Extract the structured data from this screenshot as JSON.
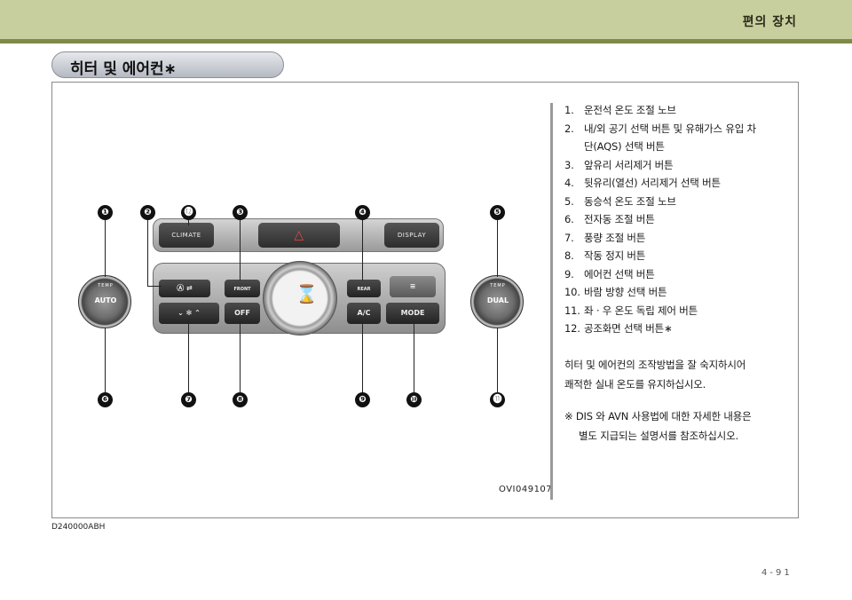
{
  "header": {
    "section_title": "편의 장치"
  },
  "page": {
    "title": "히터 및 에어컨∗",
    "figure_code": "OVI049107",
    "doc_code": "D240000ABH",
    "page_number": "4-91"
  },
  "panel": {
    "climate_label": "CLIMATE",
    "display_label": "DISPLAY",
    "auto_label": "AUTO",
    "dual_label": "DUAL",
    "off_label": "OFF",
    "ac_label": "A/C",
    "mode_label": "MODE",
    "front_label": "FRONT",
    "rear_label": "REAR",
    "temp_label": "TEMP"
  },
  "callouts": [
    "❶",
    "❷",
    "⓬",
    "❸",
    "❹",
    "❺",
    "❻",
    "❼",
    "❽",
    "❾",
    "❿",
    "⓫"
  ],
  "items": [
    {
      "num": "1.",
      "text": "운전석 온도 조절 노브"
    },
    {
      "num": "2.",
      "text": "내/외 공기 선택 버튼 및 유해가스 유입 차"
    },
    {
      "num": "",
      "text": "단(AQS) 선택 버튼"
    },
    {
      "num": "3.",
      "text": "앞유리 서리제거 버튼"
    },
    {
      "num": "4.",
      "text": "뒷유리(열선) 서리제거 선택 버튼"
    },
    {
      "num": "5.",
      "text": "동승석 온도 조절 노브"
    },
    {
      "num": "6.",
      "text": "전자동 조절 버튼"
    },
    {
      "num": "7.",
      "text": "풍량 조절 버튼"
    },
    {
      "num": "8.",
      "text": "작동 정지 버튼"
    },
    {
      "num": "9.",
      "text": "에어컨 선택 버튼"
    },
    {
      "num": "10.",
      "text": "바람 방향 선택 버튼"
    },
    {
      "num": "11.",
      "text": "좌ㆍ우 온도 독립 제어 버튼"
    },
    {
      "num": "12.",
      "text": "공조화면 선택 버튼∗"
    }
  ],
  "note1": {
    "line1": "히터 및 에어컨의 조작방법을 잘 숙지하시어",
    "line2": "쾌적한 실내 온도를 유지하십시오."
  },
  "note2": {
    "line1": "※ DIS 와 AVN 사용법에 대한 자세한 내용은",
    "line2": "별도 지급되는 설명서를 참조하십시오."
  },
  "colors": {
    "band": "#c8cf9e",
    "band_line": "#7d8a4a",
    "frame": "#8a8a8a"
  }
}
